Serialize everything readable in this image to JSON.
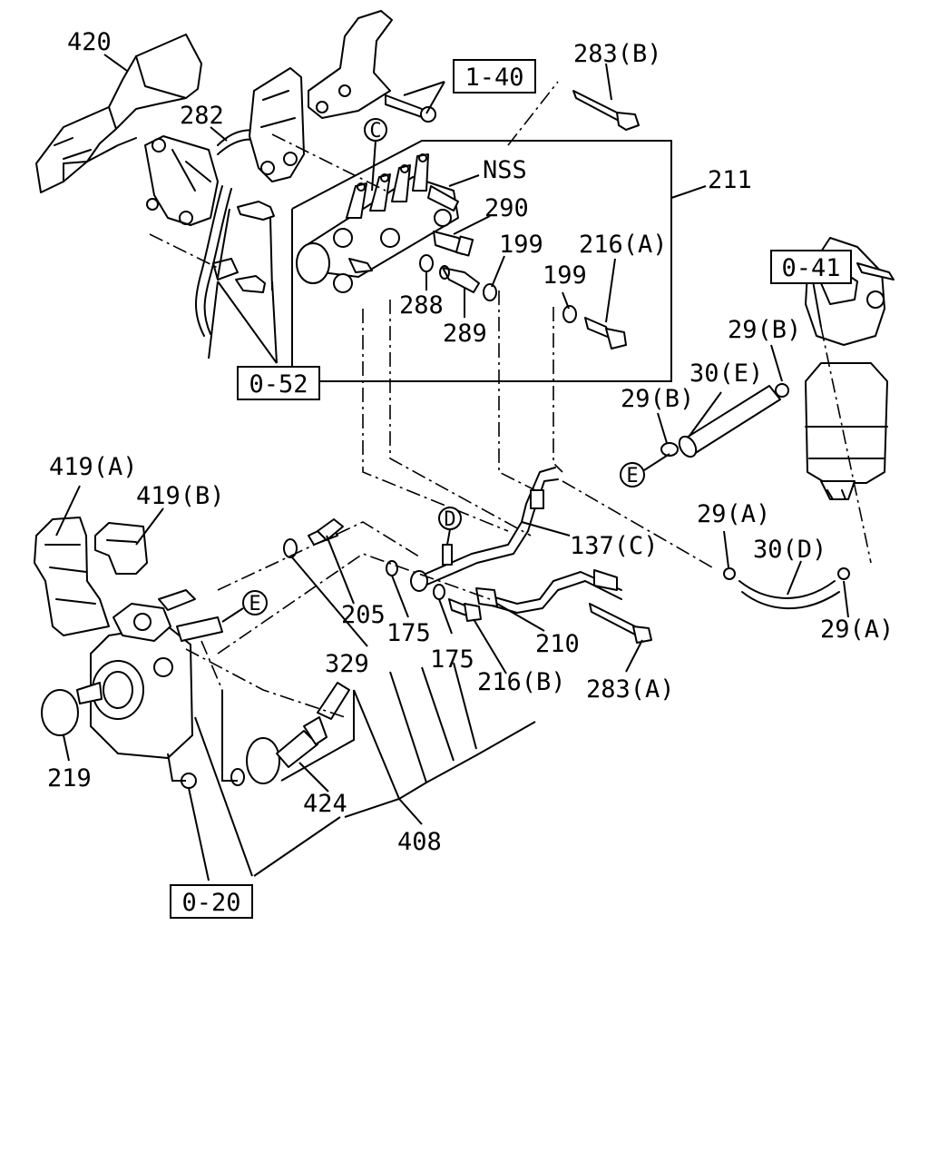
{
  "labels": {
    "p420": "420",
    "p282": "282",
    "p283b": "283(B)",
    "p211": "211",
    "nss": "NSS",
    "p290": "290",
    "p199a": "199",
    "p216a": "216(A)",
    "p199b": "199",
    "p288": "288",
    "p289": "289",
    "p29b_top": "29(B)",
    "p30e": "30(E)",
    "p29b_left": "29(B)",
    "p419a": "419(A)",
    "p419b": "419(B)",
    "p137c": "137(C)",
    "p29a_top": "29(A)",
    "p30d": "30(D)",
    "p29a_bottom": "29(A)",
    "p205": "205",
    "p175a": "175",
    "p175b": "175",
    "p329": "329",
    "p210": "210",
    "p216b": "216(B)",
    "p283a": "283(A)",
    "p219": "219",
    "p424": "424",
    "p408": "408"
  },
  "refs": {
    "r140": "1-40",
    "r052": "0-52",
    "r041": "0-41",
    "r020": "0-20"
  },
  "markers": {
    "c": "C",
    "d": "D",
    "e_right": "E",
    "e_left": "E"
  }
}
